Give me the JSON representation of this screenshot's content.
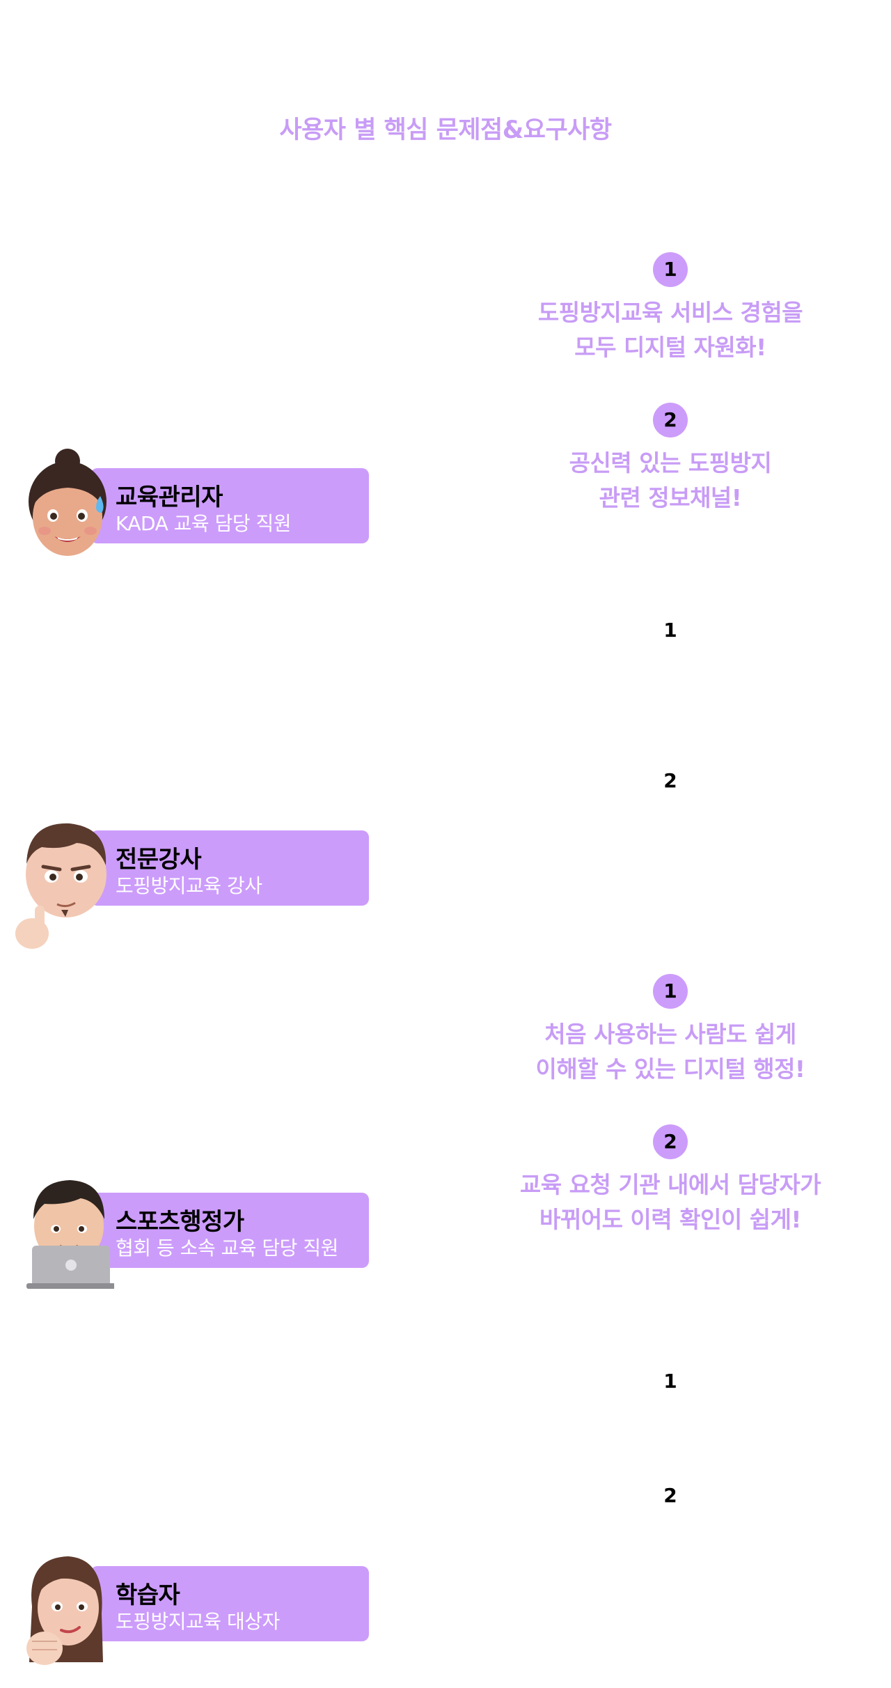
{
  "page_title": "사용자 별 핵심 문제점&요구사항",
  "users": [
    {
      "title": "교육관리자",
      "subtitle": "KADA 교육 담당 직원",
      "avatar_icon": "woman-bun-sweat-avatar-icon",
      "needs": [
        {
          "number": "1",
          "lines": [
            "도핑방지교육 서비스 경험을",
            "모두 디지털 자원화!"
          ]
        },
        {
          "number": "2",
          "lines": [
            "공신력 있는 도핑방지",
            "관련 정보채널!"
          ]
        }
      ]
    },
    {
      "title": "전문강사",
      "subtitle": "도핑방지교육 강사",
      "avatar_icon": "thinking-man-avatar-icon",
      "needs": [
        {
          "number": "1",
          "lines": []
        },
        {
          "number": "2",
          "lines": []
        }
      ]
    },
    {
      "title": "스포츠행정가",
      "subtitle": "협회 등 소속 교육 담당 직원",
      "avatar_icon": "man-laptop-avatar-icon",
      "needs": [
        {
          "number": "1",
          "lines": [
            "처음 사용하는 사람도 쉽게",
            "이해할 수 있는 디지털 행정!"
          ]
        },
        {
          "number": "2",
          "lines": [
            "교육 요청 기관 내에서 담당자가",
            "바뀌어도 이력 확인이 쉽게!"
          ]
        }
      ]
    },
    {
      "title": "학습자",
      "subtitle": "도핑방지교육 대상자",
      "avatar_icon": "woman-fist-avatar-icon",
      "needs": [
        {
          "number": "1",
          "lines": []
        },
        {
          "number": "2",
          "lines": []
        }
      ]
    }
  ],
  "colors": {
    "accent": "#cc9cfb",
    "accent_text": "#c89cf6",
    "background": "#ffffff"
  }
}
